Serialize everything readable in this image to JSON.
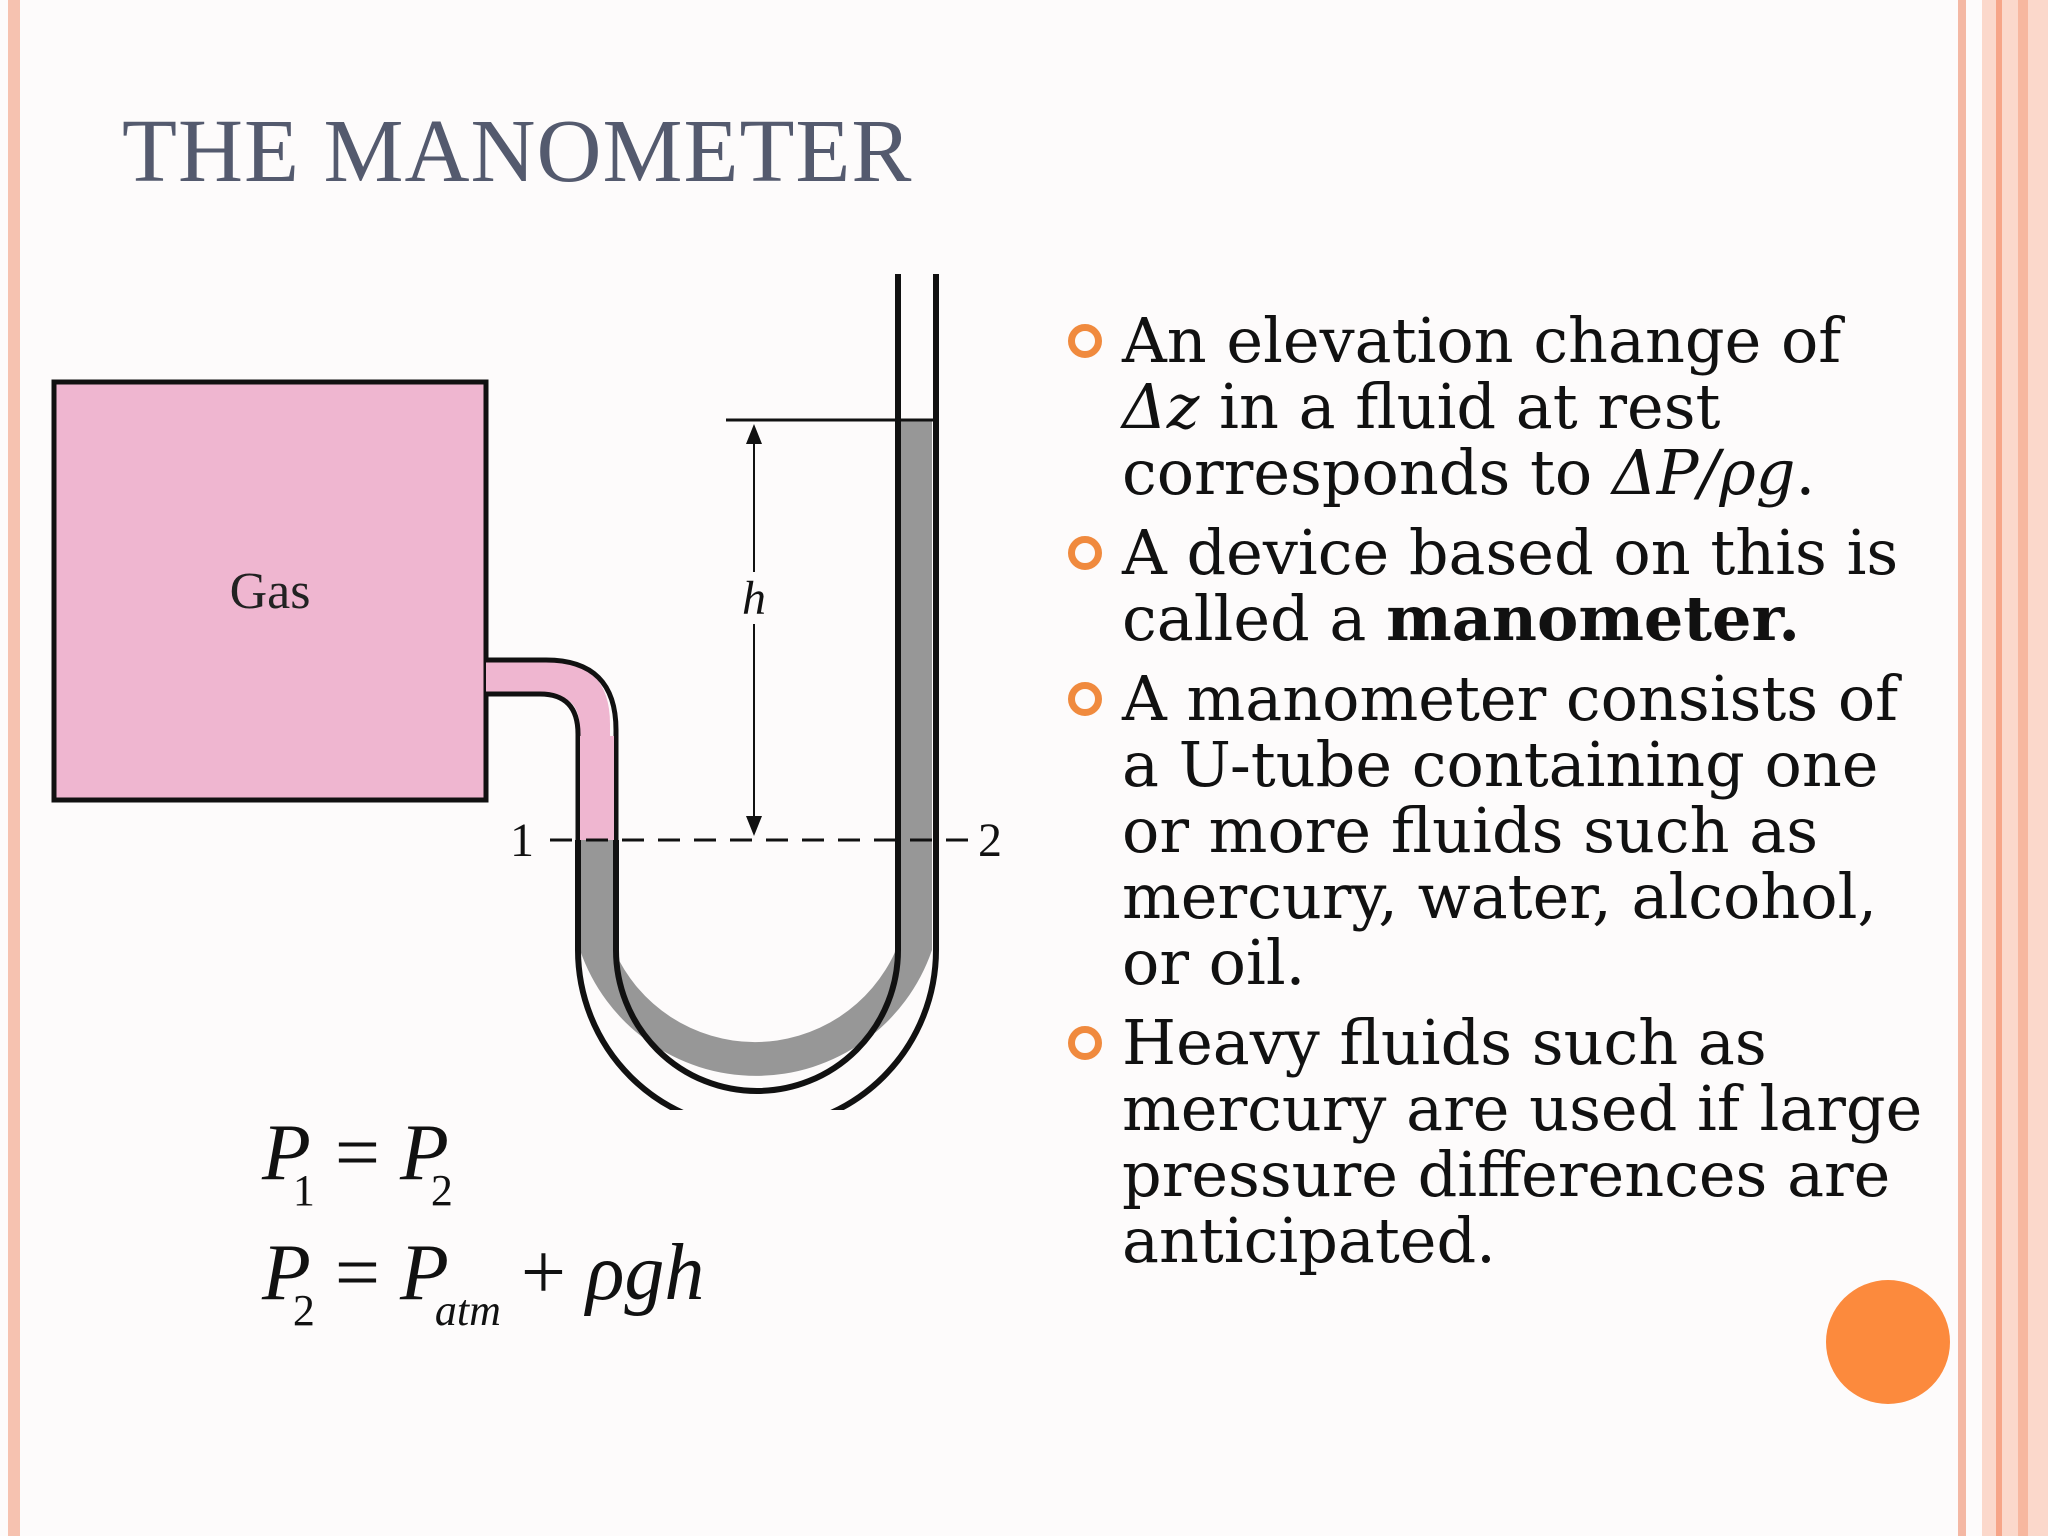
{
  "slide": {
    "title": "THE MANOMETER",
    "colors": {
      "title": "#545a6e",
      "bullet": "#f08a3e",
      "gas": "#efb6d0",
      "fluid": "#979797",
      "accent_circle": "#fc8a3d"
    }
  },
  "diagram": {
    "gas_label": "Gas",
    "height_label": "h",
    "point1_label": "1",
    "point2_label": "2"
  },
  "equations": {
    "eq1": {
      "lhs": "P",
      "lhs_sub": "1",
      "op": "=",
      "rhs": "P",
      "rhs_sub": "2"
    },
    "eq2": {
      "lhs": "P",
      "lhs_sub": "2",
      "op": "=",
      "term1": "P",
      "term1_sub": "atm",
      "plus": "+",
      "term2": "ρgh"
    }
  },
  "bullets": [
    {
      "pre": "An elevation change of ",
      "italic": "Δz",
      "post": " in a fluid at rest corresponds to ",
      "italic2": "ΔP/ρg",
      "end": "."
    },
    {
      "pre": "A device based on this is called a ",
      "bold": "manometer."
    },
    {
      "text": "A manometer consists of a U-tube containing one or more fluids such as mercury, water, alcohol, or oil."
    },
    {
      "text": "Heavy fluids such as mercury are used if large pressure differences are anticipated."
    }
  ],
  "icons": {
    "bullet": "circle-ring-icon"
  }
}
